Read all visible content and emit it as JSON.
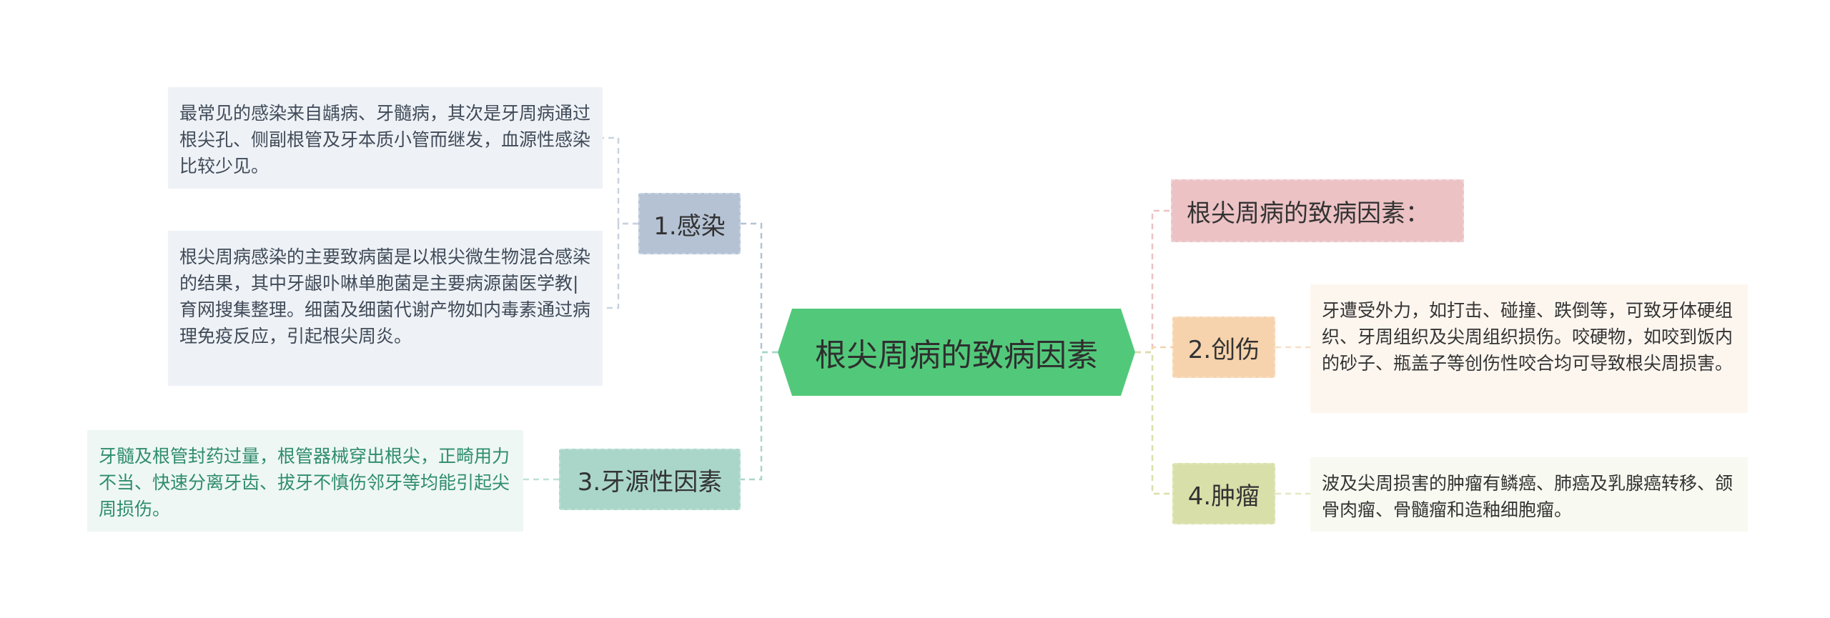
{
  "central": {
    "label": "根尖周病的致病因素"
  },
  "title_note": {
    "label": "根尖周病的致病因素："
  },
  "branches": [
    {
      "label": "1.感染",
      "leaves": [
        "最常见的感染来自龋病、牙髓病，其次是牙周病通过根尖孔、侧副根管及牙本质小管而继发，血源性感染比较少见。",
        "根尖周病感染的主要致病菌是以根尖微生物混合感染的结果，其中牙龈卟啉单胞菌是主要病源菌医学教|育网搜集整理。细菌及细菌代谢产物如内毒素通过病理免疫反应，引起根尖周炎。"
      ]
    },
    {
      "label": "2.创伤",
      "leaves": [
        "牙遭受外力，如打击、碰撞、跌倒等，可致牙体硬组织、牙周组织及尖周组织损伤。咬硬物，如咬到饭内的砂子、瓶盖子等创伤性咬合均可导致根尖周损害。"
      ]
    },
    {
      "label": "3.牙源性因素",
      "leaves": [
        "牙髓及根管封药过量，根管器械穿出根尖，正畸用力不当、快速分离牙齿、拔牙不慎伤邻牙等均能引起尖周损伤。"
      ]
    },
    {
      "label": "4.肿瘤",
      "leaves": [
        "波及尖周损害的肿瘤有鳞癌、肺癌及乳腺癌转移、颌骨肉瘤、骨髓瘤和造釉细胞瘤。"
      ]
    }
  ],
  "colors": {
    "central": "#52c97a",
    "infection": "#b4c2d4",
    "trauma": "#f6d3ac",
    "odontogenic": "#a9d6c9",
    "tumor": "#d9dfa9",
    "title_note": "#ecc2c5"
  }
}
